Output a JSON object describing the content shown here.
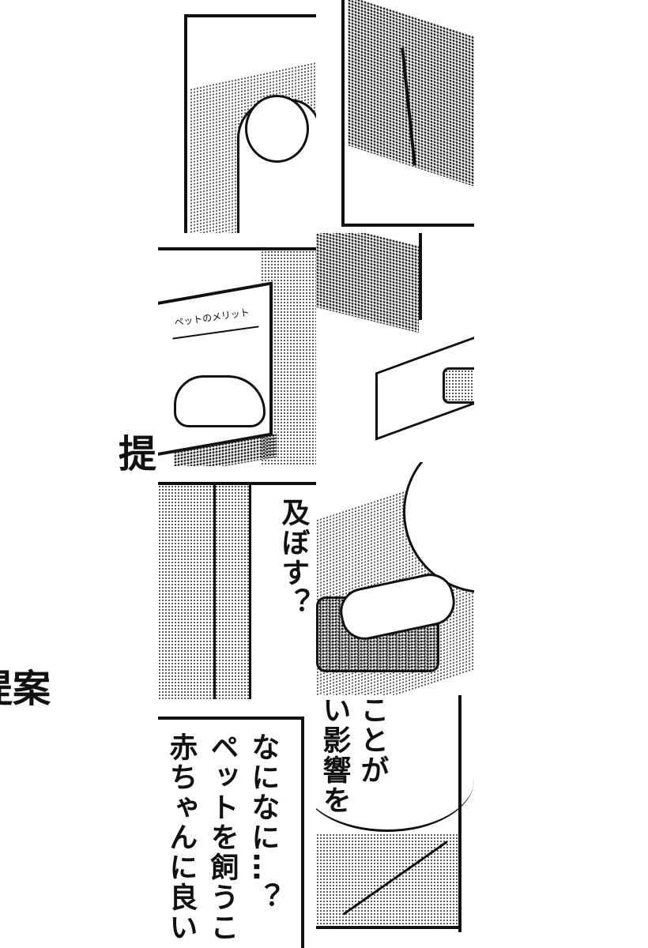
{
  "panels": {
    "tv_caption": "ペットのメリット",
    "title_fragment_top": "提",
    "title_fragment_bottom": "提案",
    "speech_affect": "及ぼす？",
    "speech_koto": "ことが",
    "speech_eikyou": "い影響を",
    "narration_line1": "なになに…？",
    "narration_line2": "ペットを飼うこ",
    "narration_line3": "赤ちゃんに良い"
  },
  "colors": {
    "ink": "#111111",
    "paper": "#ffffff"
  }
}
